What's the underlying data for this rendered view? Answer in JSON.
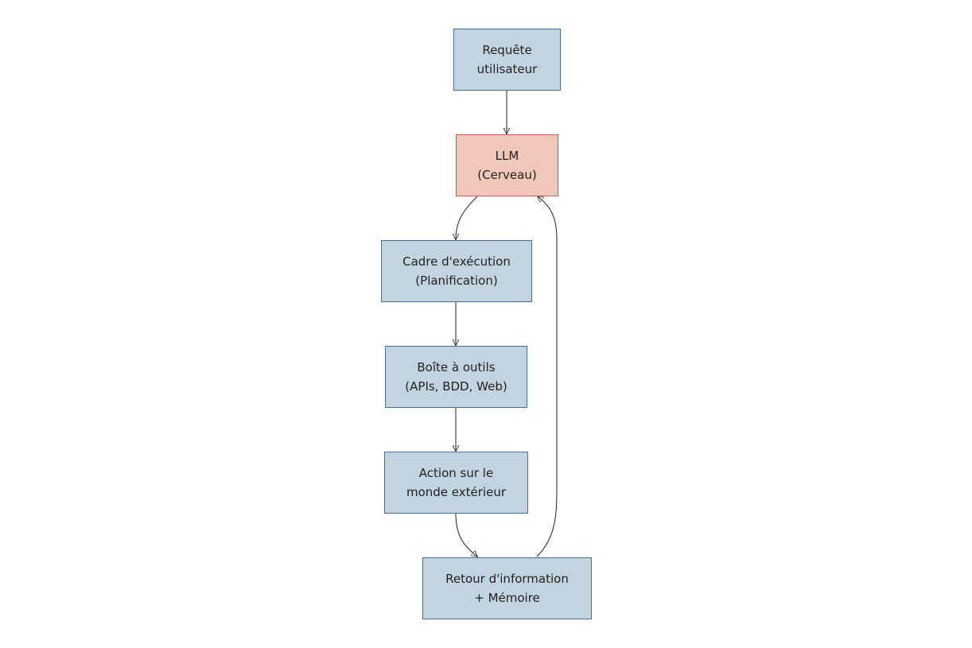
{
  "nodes": {
    "user_request": {
      "line1": "Requête",
      "line2": "utilisateur"
    },
    "llm": {
      "line1": "LLM",
      "line2": "(Cerveau)"
    },
    "execution_frame": {
      "line1": "Cadre d'exécution",
      "line2": "(Planification)"
    },
    "toolbox": {
      "line1": "Boîte à outils",
      "line2": "(APIs, BDD, Web)"
    },
    "action": {
      "line1": "Action sur le",
      "line2": "monde extérieur"
    },
    "feedback": {
      "line1": "Retour d'information",
      "line2": "+ Mémoire"
    }
  },
  "colors": {
    "node_fill": "#c2d4e0",
    "node_border": "#4a6f94",
    "highlight_fill": "#f0c8ba",
    "highlight_border": "#cf5a4c",
    "edge": "#222222"
  }
}
